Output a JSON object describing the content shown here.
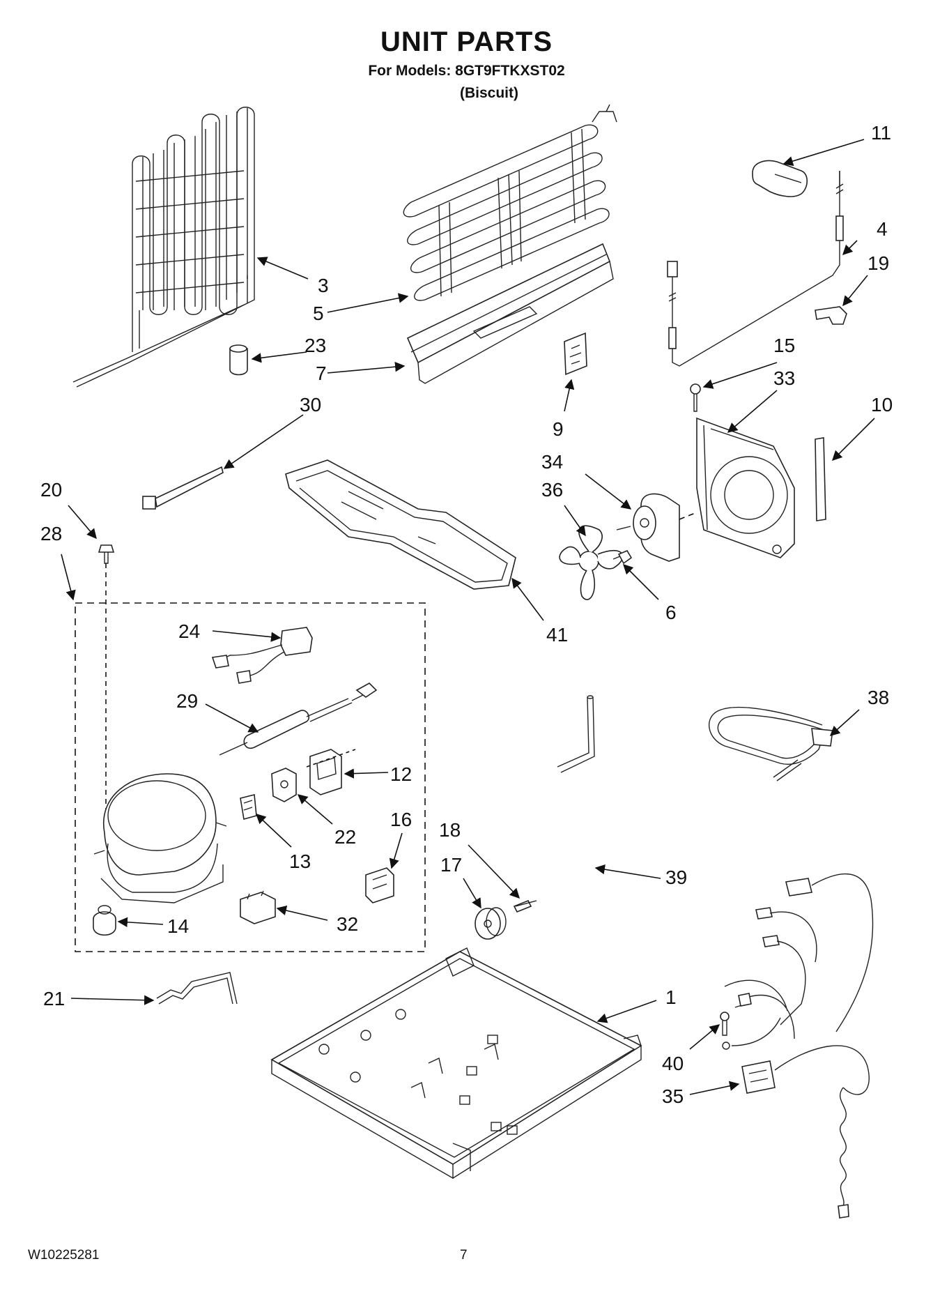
{
  "header": {
    "title": "UNIT PARTS",
    "models_line": "For Models: 8GT9FTKXST02",
    "color_line": "(Biscuit)"
  },
  "footer": {
    "doc_number": "W10225281",
    "page_number": "7"
  },
  "callouts": [
    "1",
    "3",
    "4",
    "5",
    "6",
    "7",
    "9",
    "10",
    "11",
    "12",
    "13",
    "14",
    "15",
    "16",
    "17",
    "18",
    "19",
    "20",
    "21",
    "22",
    "23",
    "24",
    "28",
    "29",
    "30",
    "32",
    "33",
    "34",
    "35",
    "36",
    "38",
    "39",
    "40",
    "41"
  ]
}
